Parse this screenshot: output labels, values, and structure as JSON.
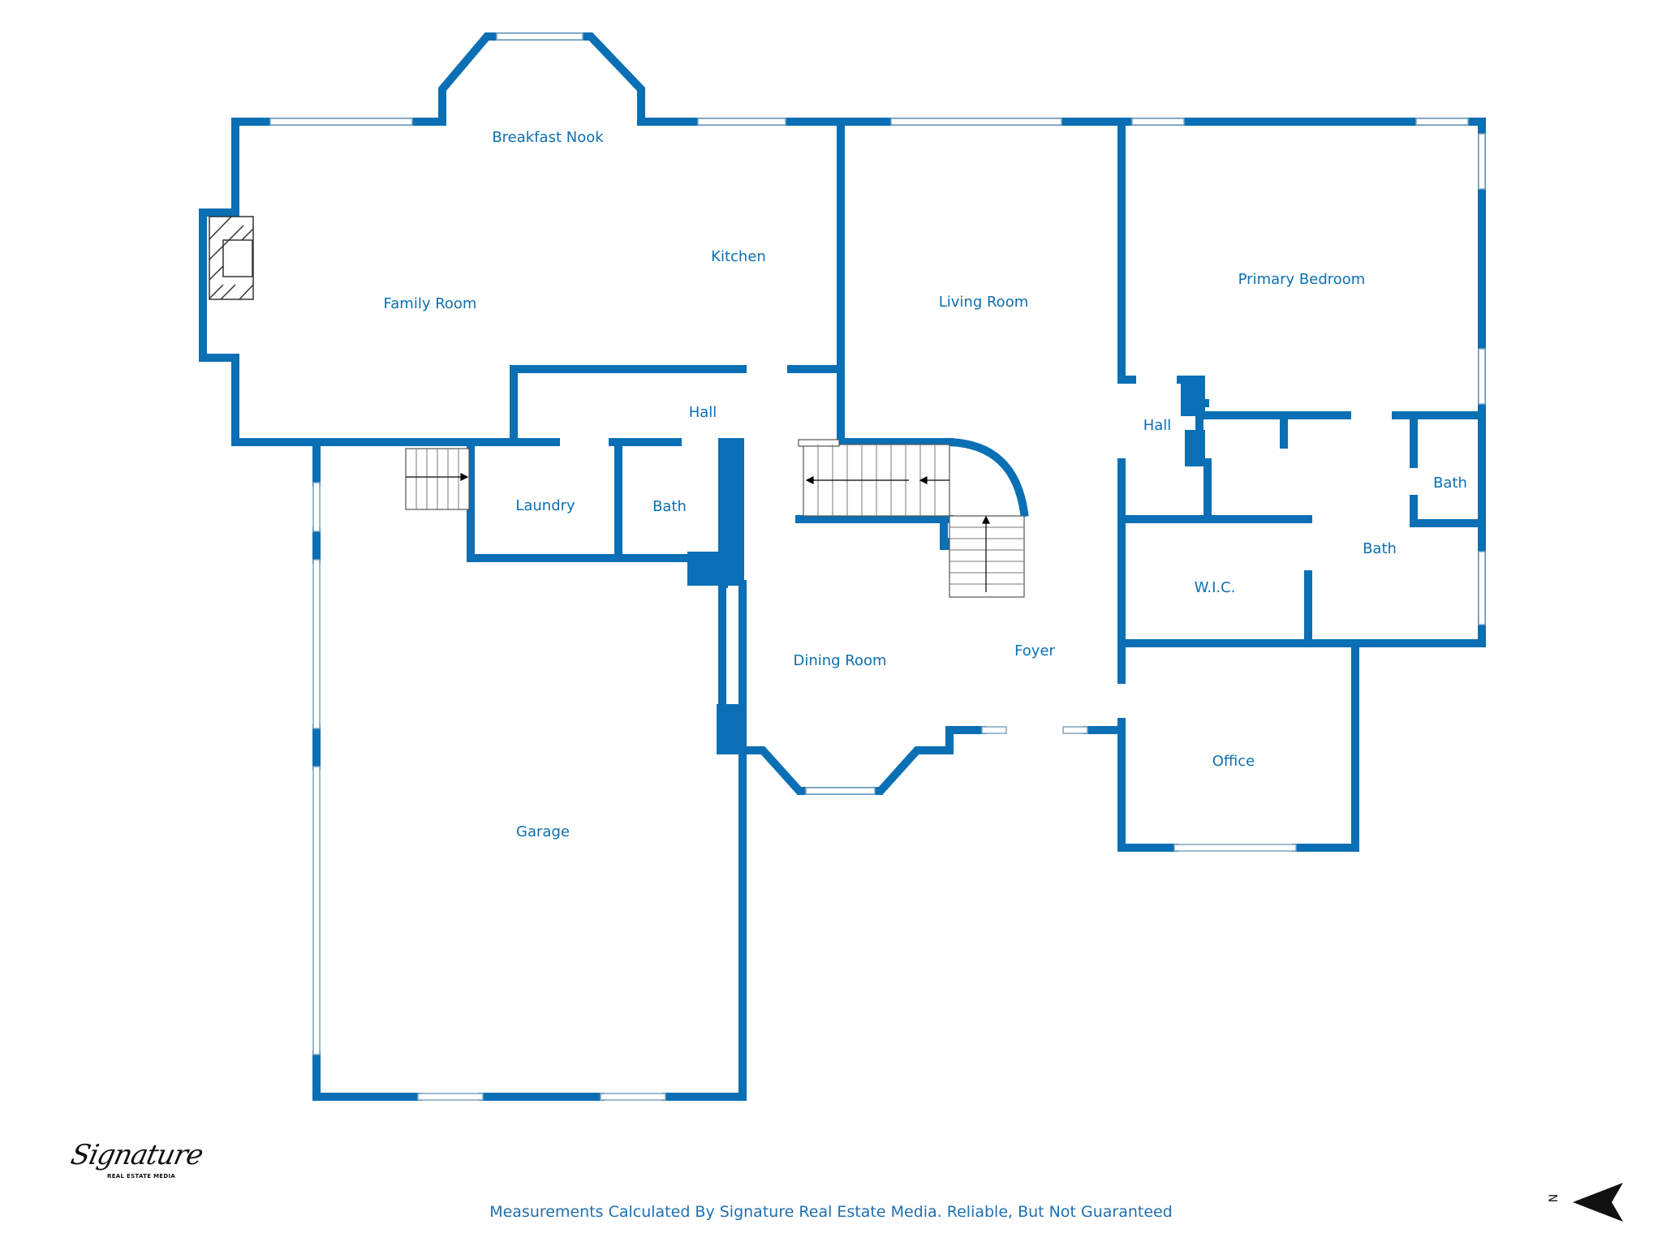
{
  "colors": {
    "wall": "#0a6fb4",
    "label": "#0d6fb0",
    "window": "#dfe9f1"
  },
  "rooms": {
    "breakfast_nook": "Breakfast Nook",
    "kitchen": "Kitchen",
    "family_room": "Family Room",
    "living_room": "Living Room",
    "primary_bedroom": "Primary Bedroom",
    "hall_upper": "Hall",
    "hall_right": "Hall",
    "laundry": "Laundry",
    "bath_center": "Bath",
    "bath_right_small": "Bath",
    "bath_right": "Bath",
    "wic": "W.I.C.",
    "dining_room": "Dining Room",
    "foyer": "Foyer",
    "office": "Office",
    "garage": "Garage"
  },
  "footer": {
    "disclaimer": "Measurements Calculated By Signature Real Estate Media. Reliable, But Not Guaranteed"
  },
  "logo": {
    "script": "Signature",
    "tagline": "REAL ESTATE MEDIA"
  },
  "compass": {
    "letter": "N",
    "icon": "north-arrow-icon"
  }
}
